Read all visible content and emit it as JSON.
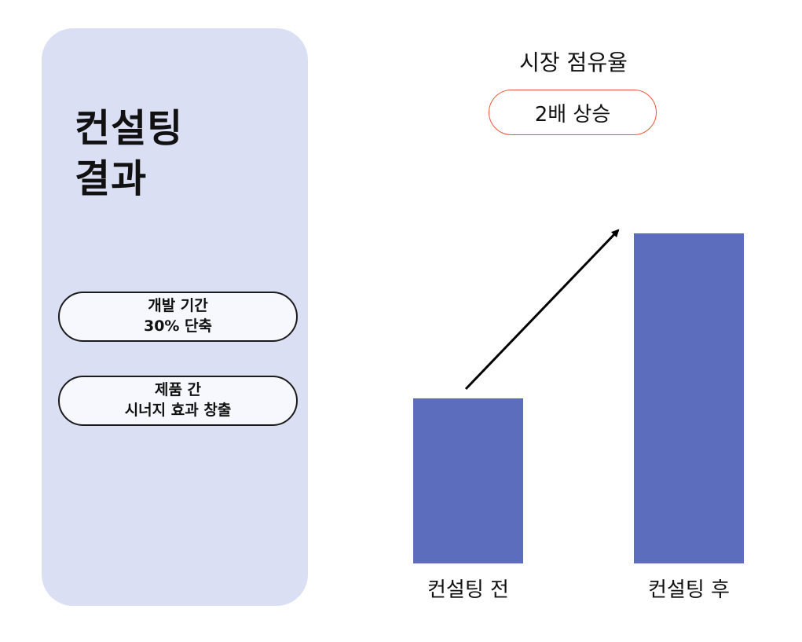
{
  "panel": {
    "title_lines": [
      "컨설팅",
      "결과"
    ],
    "pills": [
      {
        "line1": "개발 기간",
        "line2": "30% 단축"
      },
      {
        "line1": "제품 간",
        "line2": "시너지 효과 창출"
      }
    ],
    "color": "#dadff4"
  },
  "badge": {
    "label": "2배 상승",
    "border_color": "#e8563a"
  },
  "chart_data": {
    "type": "bar",
    "title": "시장 점유율",
    "categories": [
      "컨설팅 전",
      "컨설팅 후"
    ],
    "values": [
      1,
      2
    ],
    "ylim": [
      0,
      2.2
    ],
    "grid": false,
    "bar_color": "#5d6dbe",
    "annotation": "arrow from before-bar to after-bar indicating increase"
  }
}
